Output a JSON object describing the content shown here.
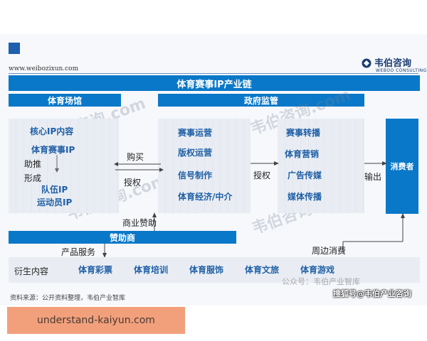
{
  "header": {
    "site_url": "www.weibozixun.com",
    "logo_name": "韦伯咨询",
    "logo_sub": "WEBOO CONSULTING"
  },
  "diagram": {
    "title": "体育赛事IP产业链",
    "sections": {
      "venue": "体育场馆",
      "gov": "政府监管",
      "sponsor": "赞助商",
      "consumer": "消费者"
    },
    "left_box": {
      "core": "核心IP内容",
      "event": "体育赛事IP",
      "push": "助推",
      "form": "形成",
      "team": "队伍IP",
      "athlete": "运动员IP"
    },
    "middle_box": [
      "赛事运营",
      "版权运营",
      "信号制作",
      "体育经济/中介"
    ],
    "right_box": [
      "赛事转播",
      "体育营销",
      "广告传媒",
      "媒体传播"
    ],
    "arrows": {
      "buy": "购买",
      "license_left": "授权",
      "license_right": "授权",
      "output": "输出",
      "sponsorship": "商业赞助",
      "product_service": "产品服务",
      "peripheral": "周边消费"
    },
    "derivative": {
      "label": "衍生内容",
      "items": [
        "体育彩票",
        "体育培训",
        "体育服饰",
        "体育文旅",
        "体育游戏"
      ]
    }
  },
  "footer": {
    "source": "资料来源：公开资料整理，韦伯产业智库",
    "wechat": "公众号：韦伯产业智库",
    "sohu": "搜狐号@韦伯产业咨询",
    "banner": "understand-kaiyun.com"
  },
  "watermark": "韦伯咨询.com",
  "colors": {
    "accent": "#0a78c8",
    "text_blue": "#1f5fa6",
    "card": "#e9edf3",
    "banner": "#f2a07b"
  }
}
